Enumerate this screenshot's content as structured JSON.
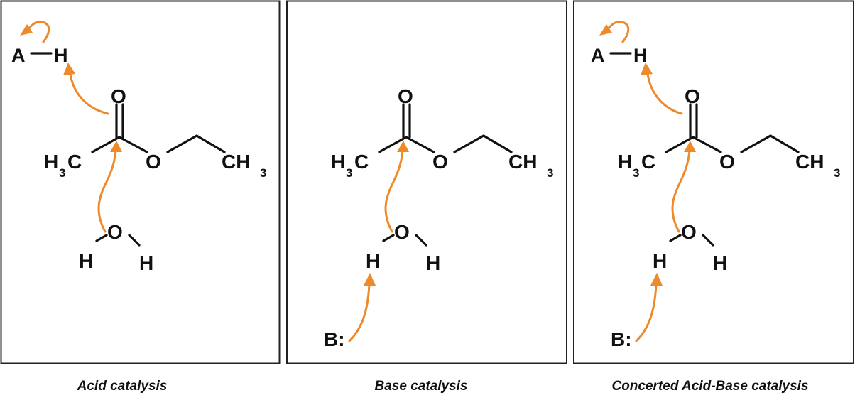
{
  "panels": [
    {
      "caption": "Acid catalysis",
      "atoms": {
        "acid_A": "A",
        "acid_H": "H",
        "carbonyl_O": "O",
        "methyl_H": "H",
        "methyl_C": "C",
        "sub3": "3",
        "ester_O": "O",
        "ethyl_CH": "CH",
        "water_O": "O",
        "water_H1": "H",
        "water_H2": "H"
      }
    },
    {
      "caption": "Base catalysis",
      "atoms": {
        "carbonyl_O": "O",
        "methyl_H": "H",
        "methyl_C": "C",
        "sub3": "3",
        "ester_O": "O",
        "ethyl_CH": "CH",
        "water_O": "O",
        "water_H1": "H",
        "water_H2": "H",
        "base_B": "B:"
      }
    },
    {
      "caption": "Concerted Acid-Base catalysis",
      "atoms": {
        "acid_A": "A",
        "acid_H": "H",
        "carbonyl_O": "O",
        "methyl_H": "H",
        "methyl_C": "C",
        "sub3": "3",
        "ester_O": "O",
        "ethyl_CH": "CH",
        "water_O": "O",
        "water_H1": "H",
        "water_H2": "H",
        "base_B": "B:"
      }
    }
  ],
  "colors": {
    "arrow": "#EE8A2A",
    "ink": "#111111",
    "frame": "#222222"
  }
}
